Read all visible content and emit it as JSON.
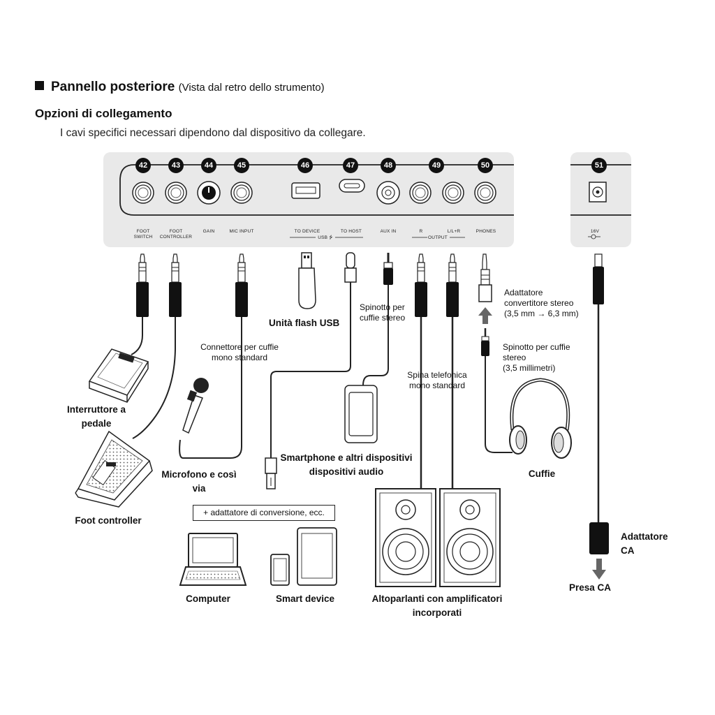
{
  "header": {
    "title": "Pannello posteriore",
    "title_note": "(Vista dal retro dello strumento)",
    "subtitle": "Opzioni di collegamento",
    "description": "I cavi specifici necessari dipendono dal dispositivo da collegare."
  },
  "panel": {
    "badges": [
      "42",
      "43",
      "44",
      "45",
      "46",
      "47",
      "48",
      "49",
      "50"
    ],
    "power_badge": "51",
    "labels": {
      "foot_switch": [
        "FOOT",
        "SWITCH"
      ],
      "foot_controller": [
        "FOOT",
        "CONTROLLER"
      ],
      "gain": "GAIN",
      "mic_input": "MIC INPUT",
      "to_device": "TO DEVICE",
      "to_host": "TO HOST",
      "usb": "USB",
      "aux_in": "AUX IN",
      "r": "R",
      "l_l_r": "L/L+R",
      "output": "OUTPUT",
      "phones": "PHONES",
      "power": "16V"
    }
  },
  "labels": {
    "usb_flash": "Unità flash USB",
    "aux_plug": [
      "Spinotto per",
      "cuffie stereo"
    ],
    "mono_plug": [
      "Connettore per cuffie",
      "mono standard"
    ],
    "phone_plug": [
      "Spina telefonica",
      "mono standard"
    ],
    "adapter": [
      "Adattatore",
      "convertitore stereo",
      "(3,5 mm → 6,3 mm)"
    ],
    "stereo_plug": [
      "Spinotto per cuffie",
      "stereo",
      "(3,5 millimetri)"
    ],
    "foot_switch": [
      "Interruttore a",
      "pedale"
    ],
    "foot_controller": "Foot controller",
    "microphone": [
      "Microfono e così",
      "via"
    ],
    "smartphone": [
      "Smartphone e altri dispositivi",
      "dispositivi audio"
    ],
    "headphones": "Cuffie",
    "conversion_box": "+ adattatore di conversione, ecc.",
    "computer": "Computer",
    "smart_device": "Smart device",
    "speakers": [
      "Altoparlanti con amplificatori",
      "incorporati"
    ],
    "ac_adapter": [
      "Adattatore",
      "CA"
    ],
    "ac_outlet": "Presa CA"
  }
}
